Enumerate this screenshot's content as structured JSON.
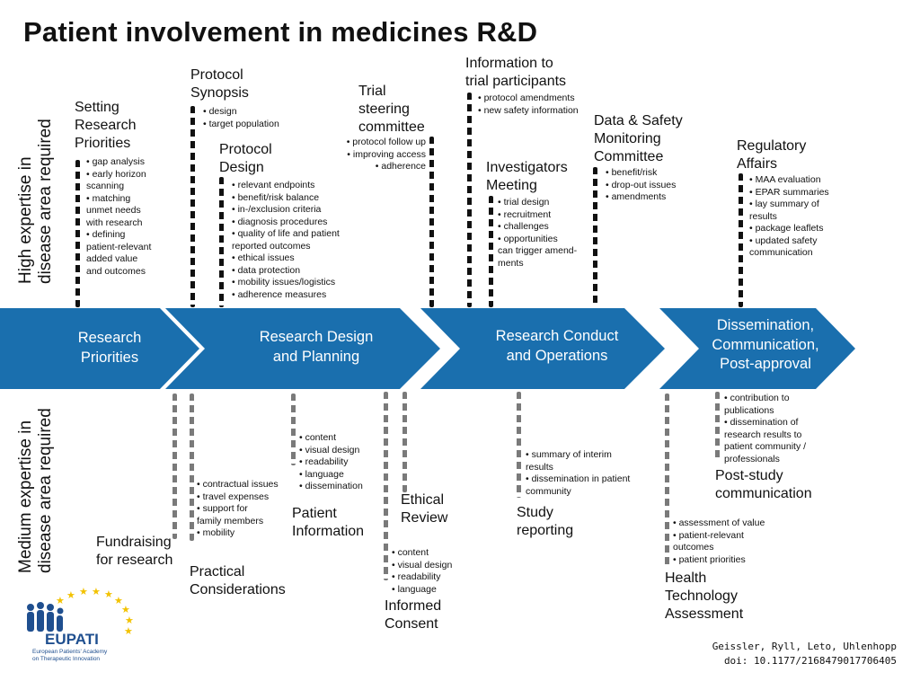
{
  "title": "Patient involvement in medicines R&D",
  "axis": {
    "top": "High expertise in disease area required",
    "top_lines": [
      "High expertise in",
      "disease area required"
    ],
    "bottom_lines": [
      "Medium expertise in",
      "disease area required"
    ]
  },
  "stages": [
    {
      "lines": [
        "Research",
        "Priorities"
      ]
    },
    {
      "lines": [
        "Research Design",
        "and Planning"
      ]
    },
    {
      "lines": [
        "Research Conduct",
        "and Operations"
      ]
    },
    {
      "lines": [
        "Dissemination,",
        "Communication,",
        "Post-approval"
      ]
    }
  ],
  "top": {
    "setting": {
      "head": [
        "Setting",
        "Research",
        "Priorities"
      ],
      "bullets": [
        "• gap analysis",
        "• early horizon",
        "scanning",
        "• matching",
        "unmet needs",
        "with research",
        "• defining",
        "patient-relevant",
        "added value",
        "and outcomes"
      ]
    },
    "synopsis": {
      "head": [
        "Protocol",
        "Synopsis"
      ],
      "bullets": [
        "• design",
        "• target population"
      ]
    },
    "design": {
      "head": [
        "Protocol",
        "Design"
      ],
      "bullets": [
        "• relevant endpoints",
        "• benefit/risk balance",
        "• in-/exclusion criteria",
        "• diagnosis procedures",
        "• quality of life and patient",
        "reported outcomes",
        "• ethical issues",
        "• data protection",
        "• mobility issues/logistics",
        "• adherence measures"
      ]
    },
    "steering": {
      "head": [
        "Trial",
        "steering",
        "committee"
      ],
      "bullets": [
        "•  protocol follow up",
        "• improving access",
        "•  adherence"
      ]
    },
    "info": {
      "head": [
        "Information to",
        "trial participants"
      ],
      "bullets": [
        "•  protocol amendments",
        "•  new safety information"
      ]
    },
    "investigators": {
      "head": [
        "Investigators",
        "Meeting"
      ],
      "bullets": [
        "• trial design",
        "• recruitment",
        "• challenges",
        "• opportunities",
        "can trigger amend-",
        "ments"
      ]
    },
    "dsmc": {
      "head": [
        "Data & Safety",
        "Monitoring",
        "Committee"
      ],
      "bullets": [
        "• benefit/risk",
        "• drop-out issues",
        "• amendments"
      ]
    },
    "regulatory": {
      "head": [
        "Regulatory",
        "Affairs"
      ],
      "bullets": [
        "• MAA evaluation",
        "• EPAR summaries",
        "• lay summary of",
        "results",
        "• package leaflets",
        "• updated safety",
        "communication"
      ]
    }
  },
  "bottom": {
    "fundraising": {
      "head": [
        "Fundraising",
        "for research"
      ]
    },
    "practical": {
      "head": [
        "Practical",
        "Considerations"
      ],
      "bullets": [
        "• contractual issues",
        "• travel expenses",
        "•  support for",
        "family members",
        "•  mobility"
      ]
    },
    "patient_info": {
      "head": [
        "Patient",
        "Information"
      ],
      "bullets": [
        "• content",
        "• visual design",
        "• readability",
        "• language",
        "• dissemination"
      ]
    },
    "ethical": {
      "head": [
        "Ethical",
        "Review"
      ]
    },
    "consent": {
      "head": [
        "Informed",
        "Consent"
      ],
      "bullets": [
        "• content",
        "• visual design",
        "• readability",
        "• language"
      ]
    },
    "study": {
      "head": [
        "Study",
        "reporting"
      ],
      "bullets": [
        "• summary of interim",
        "results",
        "• dissemination in patient",
        "community"
      ]
    },
    "hta": {
      "head": [
        "Health",
        "Technology",
        "Assessment"
      ],
      "bullets": [
        "• assessment of value",
        "• patient-relevant",
        "outcomes",
        "• patient priorities"
      ]
    },
    "poststudy": {
      "head": [
        "Post-study",
        "communication"
      ],
      "bullets": [
        "• contribution to",
        "publications",
        "• dissemination of",
        "research results to",
        "patient community /",
        "professionals"
      ]
    }
  },
  "logo": {
    "name": "EUPATI",
    "sub_lines": [
      "European Patients' Academy",
      "on Therapeutic Innovation"
    ]
  },
  "credits": {
    "authors": "Geissler, Ryll, Leto, Uhlenhopp",
    "doi": "doi: 10.1177/2168479017706405"
  },
  "colors": {
    "arrow": "#1a6fae",
    "logo_blue": "#1f4f8f",
    "logo_star": "#f2c200",
    "dash_dark": "#111111",
    "dash_grey": "#7a7a7a"
  }
}
